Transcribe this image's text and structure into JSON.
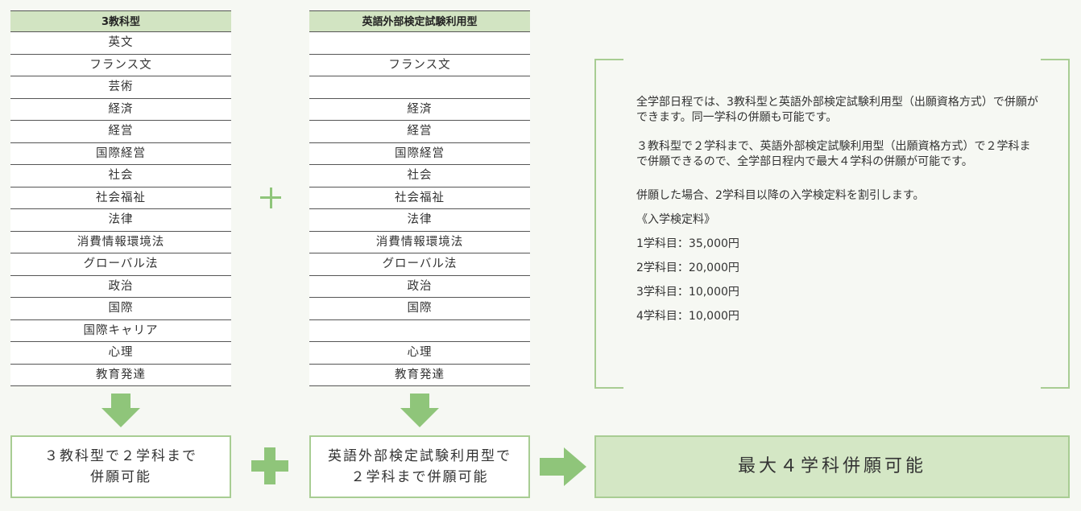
{
  "table_3subject": {
    "header": "3教科型",
    "rows": [
      "英文",
      "フランス文",
      "芸術",
      "経済",
      "経営",
      "国際経営",
      "社会",
      "社会福祉",
      "法律",
      "消費情報環境法",
      "グローバル法",
      "政治",
      "国際",
      "国際キャリア",
      "心理",
      "教育発達"
    ]
  },
  "table_english": {
    "header": "英語外部検定試験利用型",
    "rows": [
      "",
      "フランス文",
      "",
      "経済",
      "経営",
      "国際経営",
      "社会",
      "社会福祉",
      "法律",
      "消費情報環境法",
      "グローバル法",
      "政治",
      "国際",
      "",
      "心理",
      "教育発達"
    ]
  },
  "note": {
    "p1": "全学部日程では、3教科型と英語外部検定試験利用型（出願資格方式）で併願ができます。同一学科の併願も可能です。",
    "p2": "３教科型で２学科まで、英語外部検定試験利用型（出願資格方式）で２学科まで併願できるので、全学部日程内で最大４学科の併願が可能です。",
    "p3": "併願した場合、2学科目以降の入学検定料を割引します。",
    "fee_title": "《入学検定料》",
    "fees": [
      "1学科目：35,000円",
      "2学科目：20,000円",
      "3学科目：10,000円",
      "4学科目：10,000円"
    ]
  },
  "boxes": {
    "box1_line1": "３教科型で２学科まで",
    "box1_line2": "併願可能",
    "box2_line1": "英語外部検定試験利用型で",
    "box2_line2": "２学科まで併願可能",
    "result": "最大４学科併願可能"
  },
  "colors": {
    "accent_green": "#8fc57a",
    "header_green": "#d2e4c2",
    "result_bg": "#d4e7c5"
  }
}
